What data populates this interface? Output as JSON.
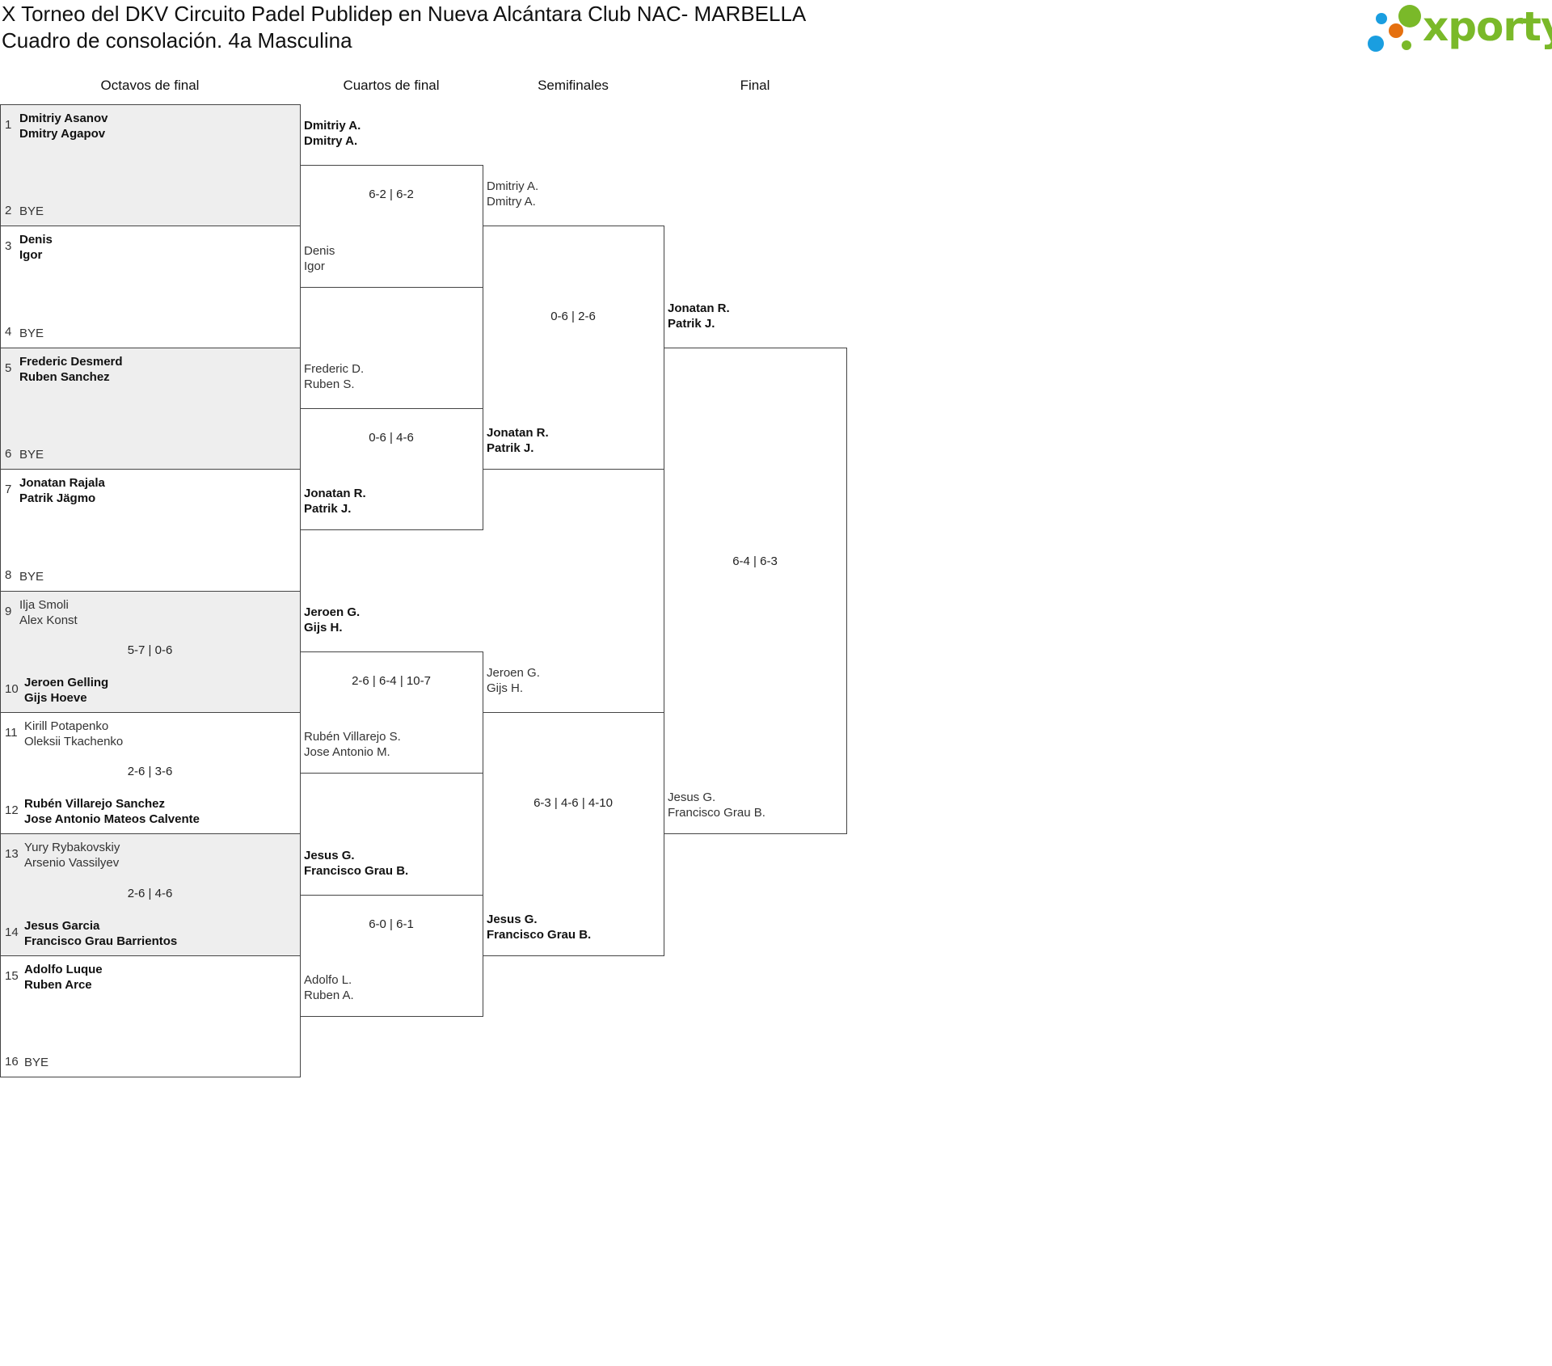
{
  "header": {
    "title_line1": "X Torneo del DKV Circuito Padel Publidep en Nueva Alcántara Club NAC- MARBELLA",
    "title_line2": "Cuadro de consolación. 4a Masculina",
    "logo_text": "xporty"
  },
  "colors": {
    "logo_green": "#7ab929",
    "logo_blue": "#1a9ee0",
    "logo_orange": "#e5700f",
    "row_gray": "#eeeeee"
  },
  "rounds": [
    "Octavos de final",
    "Cuartos de final",
    "Semifinales",
    "Final"
  ],
  "r1": [
    {
      "score": "",
      "slots": [
        {
          "seed": "1",
          "lines": [
            "Dmitriy Asanov",
            "Dmitry Agapov"
          ],
          "win": true
        },
        {
          "seed": "2",
          "lines": [
            "BYE"
          ],
          "win": false
        }
      ]
    },
    {
      "score": "",
      "slots": [
        {
          "seed": "3",
          "lines": [
            "Denis",
            "Igor"
          ],
          "win": true
        },
        {
          "seed": "4",
          "lines": [
            "BYE"
          ],
          "win": false
        }
      ]
    },
    {
      "score": "",
      "slots": [
        {
          "seed": "5",
          "lines": [
            "Frederic Desmerd",
            "Ruben Sanchez"
          ],
          "win": true
        },
        {
          "seed": "6",
          "lines": [
            "BYE"
          ],
          "win": false
        }
      ]
    },
    {
      "score": "",
      "slots": [
        {
          "seed": "7",
          "lines": [
            "Jonatan Rajala",
            "Patrik Jägmo"
          ],
          "win": true
        },
        {
          "seed": "8",
          "lines": [
            "BYE"
          ],
          "win": false
        }
      ]
    },
    {
      "score": "5-7 | 0-6",
      "slots": [
        {
          "seed": "9",
          "lines": [
            "Ilja Smoli",
            "Alex Konst"
          ],
          "win": false
        },
        {
          "seed": "10",
          "lines": [
            "Jeroen Gelling",
            "Gijs Hoeve"
          ],
          "win": true
        }
      ]
    },
    {
      "score": "2-6 | 3-6",
      "slots": [
        {
          "seed": "11",
          "lines": [
            "Kirill Potapenko",
            "Oleksii Tkachenko"
          ],
          "win": false
        },
        {
          "seed": "12",
          "lines": [
            "Rubén Villarejo Sanchez",
            "Jose Antonio Mateos Calvente"
          ],
          "win": true
        }
      ]
    },
    {
      "score": "2-6 | 4-6",
      "slots": [
        {
          "seed": "13",
          "lines": [
            "Yury Rybakovskiy",
            "Arsenio Vassilyev"
          ],
          "win": false
        },
        {
          "seed": "14",
          "lines": [
            "Jesus Garcia",
            "Francisco Grau Barrientos"
          ],
          "win": true
        }
      ]
    },
    {
      "score": "",
      "slots": [
        {
          "seed": "15",
          "lines": [
            "Adolfo Luque",
            "Ruben Arce"
          ],
          "win": true
        },
        {
          "seed": "16",
          "lines": [
            "BYE"
          ],
          "win": false
        }
      ]
    }
  ],
  "r2": [
    {
      "score": "6-2 | 6-2",
      "slots": [
        {
          "lines": [
            "Dmitriy A.",
            "Dmitry A."
          ],
          "win": true
        },
        {
          "lines": [
            "Denis",
            "Igor"
          ],
          "win": false
        }
      ]
    },
    {
      "score": "0-6 | 4-6",
      "slots": [
        {
          "lines": [
            "Frederic D.",
            "Ruben S."
          ],
          "win": false
        },
        {
          "lines": [
            "Jonatan R.",
            "Patrik J."
          ],
          "win": true
        }
      ]
    },
    {
      "score": "2-6 | 6-4 | 10-7",
      "slots": [
        {
          "lines": [
            "Jeroen G.",
            "Gijs H."
          ],
          "win": true
        },
        {
          "lines": [
            "Rubén Villarejo S.",
            "Jose Antonio M."
          ],
          "win": false
        }
      ]
    },
    {
      "score": "6-0 | 6-1",
      "slots": [
        {
          "lines": [
            "Jesus G.",
            "Francisco Grau B."
          ],
          "win": true
        },
        {
          "lines": [
            "Adolfo L.",
            "Ruben A."
          ],
          "win": false
        }
      ]
    }
  ],
  "r3": [
    {
      "score": "0-6 | 2-6",
      "slots": [
        {
          "lines": [
            "Dmitriy A.",
            "Dmitry A."
          ],
          "win": false
        },
        {
          "lines": [
            "Jonatan R.",
            "Patrik J."
          ],
          "win": true
        }
      ]
    },
    {
      "score": "6-3 | 4-6 | 4-10",
      "slots": [
        {
          "lines": [
            "Jeroen G.",
            "Gijs H."
          ],
          "win": false
        },
        {
          "lines": [
            "Jesus G.",
            "Francisco Grau B."
          ],
          "win": true
        }
      ]
    }
  ],
  "r4": [
    {
      "score": "6-4 | 6-3",
      "slots": [
        {
          "lines": [
            "Jonatan R.",
            "Patrik J."
          ],
          "win": true
        },
        {
          "lines": [
            "Jesus G.",
            "Francisco Grau B."
          ],
          "win": false
        }
      ]
    }
  ]
}
